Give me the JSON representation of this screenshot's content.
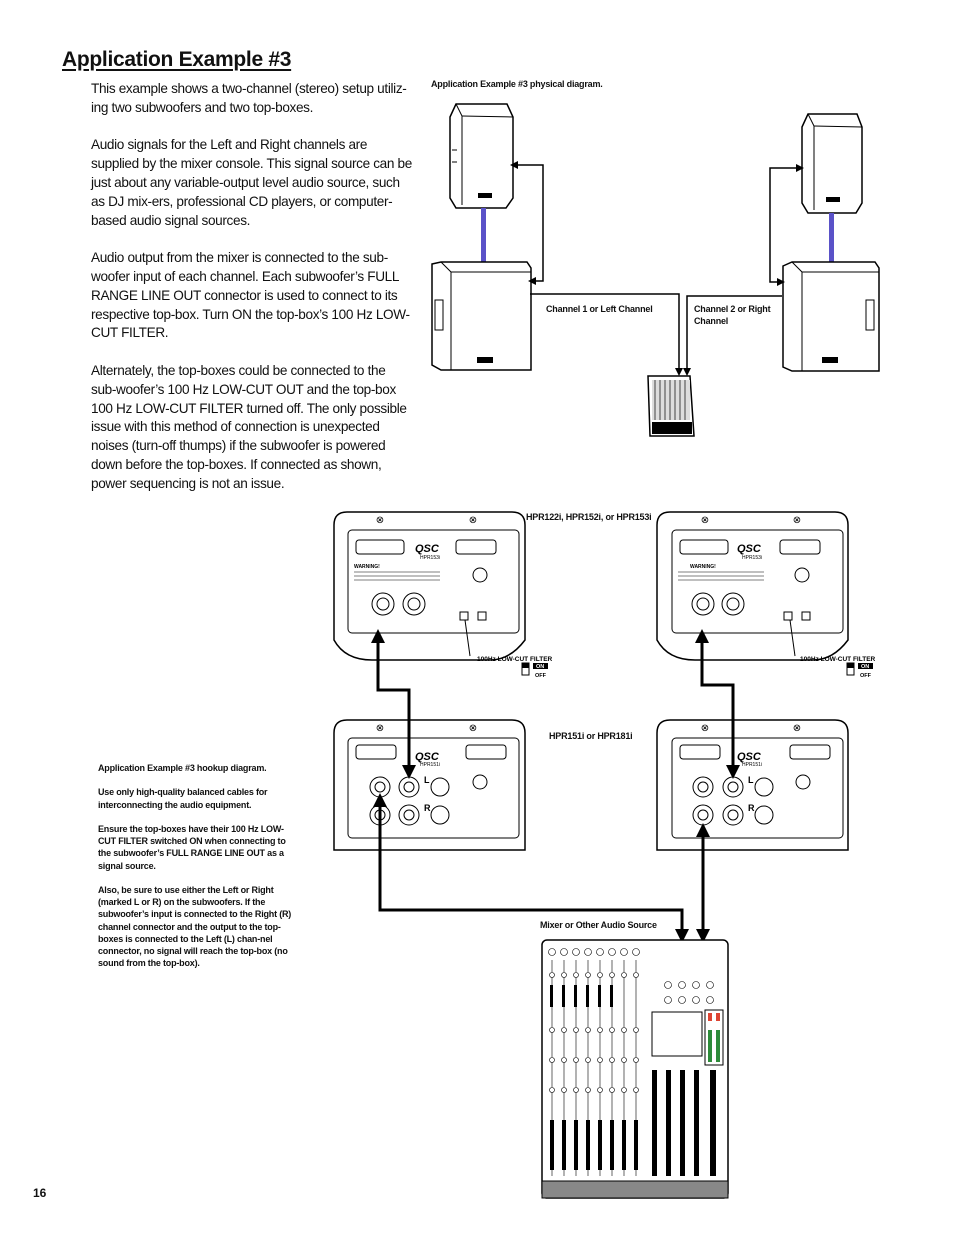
{
  "page": {
    "title": "Application Example #3",
    "page_number": "16",
    "paragraphs": [
      "This example shows a two-channel (stereo) setup utiliz-ing two subwoofers and two top-boxes.",
      "Audio signals for the Left and Right channels are supplied by the mixer console. This signal source can be just about any variable-output level audio source, such as DJ mix-ers, professional CD players, or computer-based audio signal sources.",
      "Audio output from the mixer is connected to the sub-woofer input of each channel. Each subwoofer’s FULL RANGE LINE OUT connector is used to connect to its respective top-box. Turn ON the top-box’s 100 Hz LOW-CUT FILTER.",
      "Alternately, the top-boxes could be connected to the sub-woofer’s 100 Hz LOW-CUT OUT and the top-box 100 Hz LOW-CUT FILTER turned off. The only possible issue with this method of connection is unexpected noises (turn-off thumps) if the subwoofer is powered down before the top-boxes. If connected as shown, power sequencing is not an issue."
    ]
  },
  "physical_diagram": {
    "caption": "Application Example #3 physical diagram.",
    "channel1_label": "Channel 1 or Left Channel",
    "channel2_label": "Channel 2 or Right Channel"
  },
  "hookup_diagram": {
    "topbox_label": "HPR122i, HPR152i, or HPR153i",
    "sub_label": "HPR151i or HPR181i",
    "mixer_label": "Mixer or Other Audio Source",
    "filter_label": "100Hz LOW-CUT FILTER",
    "filter_on": "ON",
    "filter_off": "OFF",
    "brand": "QSC",
    "topbox_model": "HPR153i",
    "sub_model": "HPR151i",
    "warning": "WARNING!",
    "channel_l": "L",
    "channel_r": "R",
    "caption_paragraphs": [
      "Application Example #3 hookup diagram.",
      "Use only high-quality balanced cables for interconnecting the audio equipment.",
      "Ensure the top-boxes have their 100 Hz LOW-CUT FILTER switched ON when connecting to the subwoofer’s FULL RANGE LINE OUT as a signal source.",
      "Also, be sure to use either the Left or Right (marked L or R) on the subwoofers. If the subwoofer’s input is connected to the Right (R) channel connector and the output to the top-boxes is connected to the Left (L) chan-nel connector, no signal will reach the top-box (no sound from the top-box)."
    ]
  },
  "colors": {
    "cable": "#000000",
    "pole": "#5a52c8",
    "ink": "#111111"
  }
}
